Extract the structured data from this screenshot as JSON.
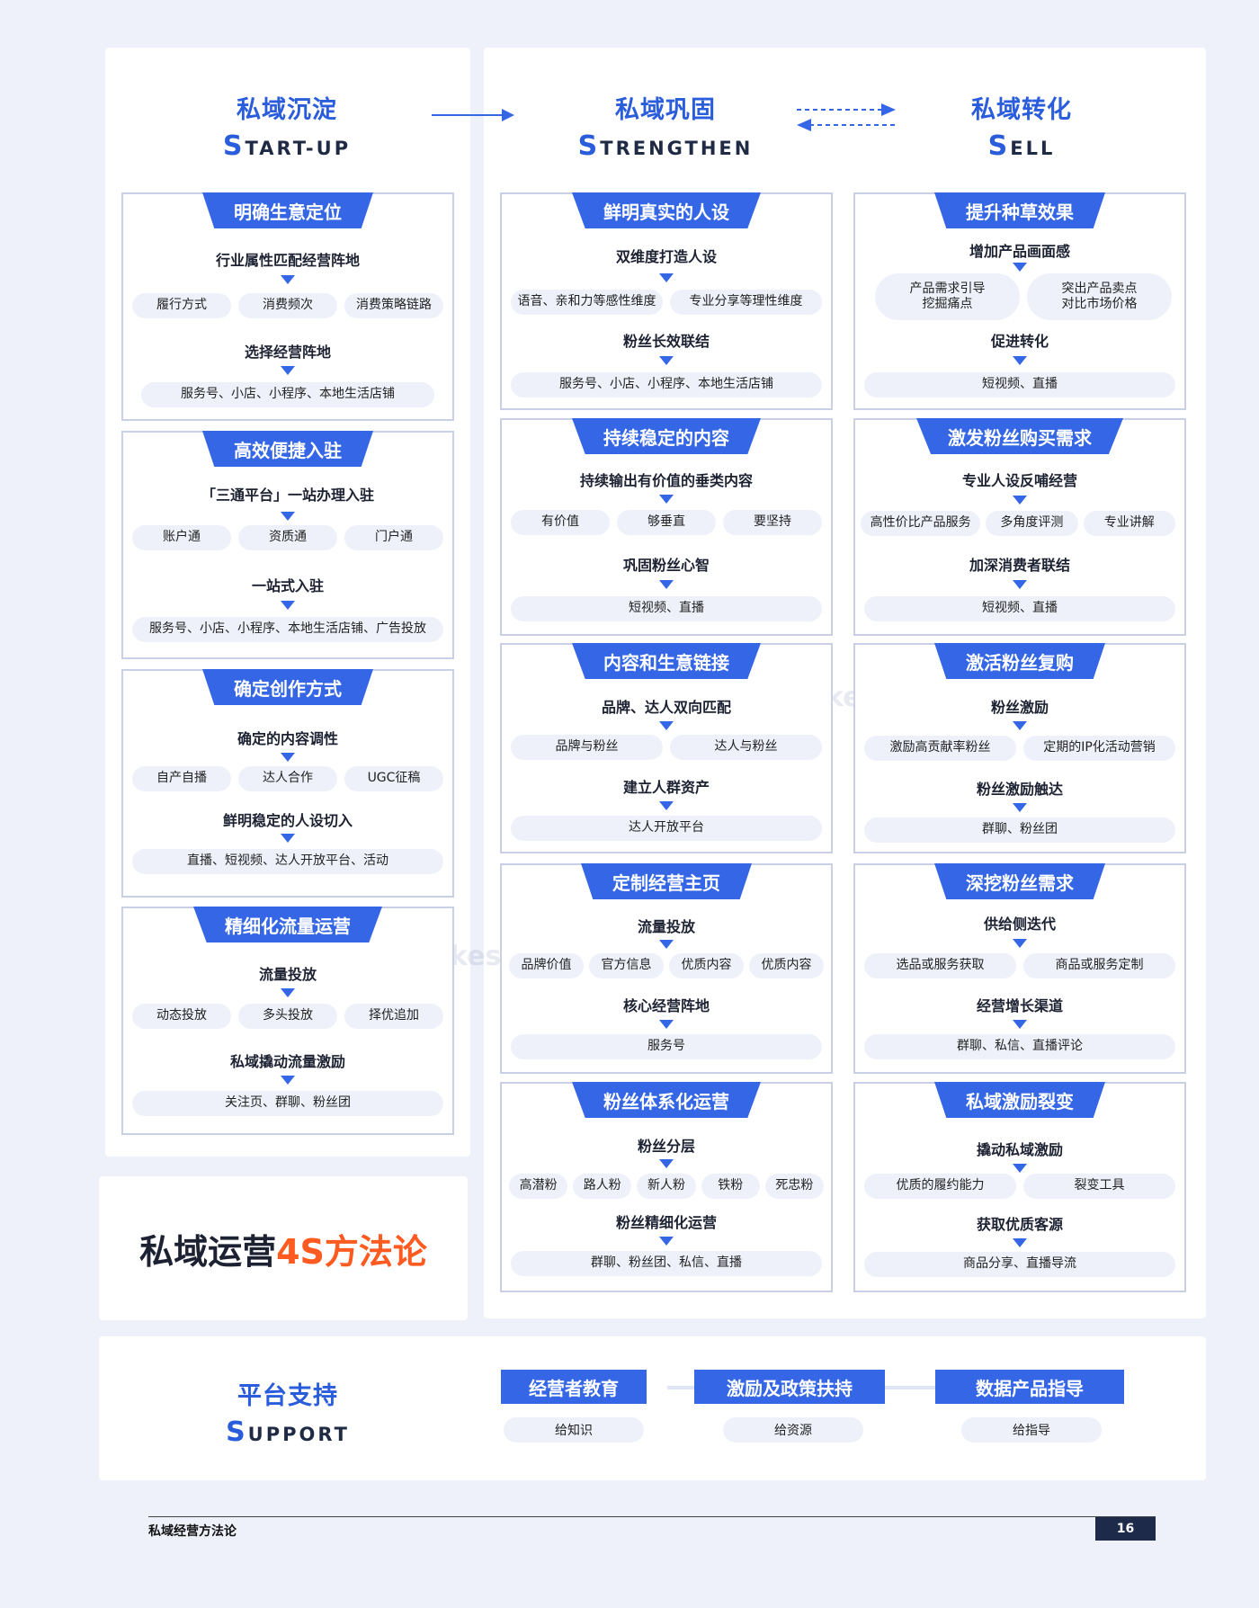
{
  "columns": {
    "startup": {
      "title": "私域沉淀",
      "sub_cap": "S",
      "sub_rest": "TART-UP"
    },
    "strengthen": {
      "title": "私域巩固",
      "sub_cap": "S",
      "sub_rest": "TRENGTHEN"
    },
    "sell": {
      "title": "私域转化",
      "sub_cap": "S",
      "sub_rest": "ELL"
    }
  },
  "boxes": {
    "s1": {
      "tab": "明确生意定位",
      "h1": "行业属性匹配经营阵地",
      "p1": [
        "履行方式",
        "消费频次",
        "消费策略链路"
      ],
      "h2": "选择经营阵地",
      "p2": [
        "服务号、小店、小程序、本地生活店铺"
      ]
    },
    "s2": {
      "tab": "高效便捷入驻",
      "h1": "「三通平台」一站办理入驻",
      "p1": [
        "账户通",
        "资质通",
        "门户通"
      ],
      "h2": "一站式入驻",
      "p2": [
        "服务号、小店、小程序、本地生活店铺、广告投放"
      ]
    },
    "s3": {
      "tab": "确定创作方式",
      "h1": "确定的内容调性",
      "p1": [
        "自产自播",
        "达人合作",
        "UGC征稿"
      ],
      "h2": "鲜明稳定的人设切入",
      "p2": [
        "直播、短视频、达人开放平台、活动"
      ]
    },
    "s4": {
      "tab": "精细化流量运营",
      "h1": "流量投放",
      "p1": [
        "动态投放",
        "多头投放",
        "择优追加"
      ],
      "h2": "私域撬动流量激励",
      "p2": [
        "关注页、群聊、粉丝团"
      ]
    },
    "t1": {
      "tab": "鲜明真实的人设",
      "h1": "双维度打造人设",
      "p1": [
        "语音、亲和力等感性维度",
        "专业分享等理性维度"
      ],
      "h2": "粉丝长效联结",
      "p2": [
        "服务号、小店、小程序、本地生活店铺"
      ]
    },
    "t2": {
      "tab": "持续稳定的内容",
      "h1": "持续输出有价值的垂类内容",
      "p1": [
        "有价值",
        "够垂直",
        "要坚持"
      ],
      "h2": "巩固粉丝心智",
      "p2": [
        "短视频、直播"
      ]
    },
    "t3": {
      "tab": "内容和生意链接",
      "h1": "品牌、达人双向匹配",
      "p1": [
        "品牌与粉丝",
        "达人与粉丝"
      ],
      "h2": "建立人群资产",
      "p2": [
        "达人开放平台"
      ]
    },
    "t4": {
      "tab": "定制经营主页",
      "h1": "流量投放",
      "p1": [
        "品牌价值",
        "官方信息",
        "优质内容",
        "优质内容"
      ],
      "h2": "核心经营阵地",
      "p2": [
        "服务号"
      ]
    },
    "t5": {
      "tab": "粉丝体系化运营",
      "h1": "粉丝分层",
      "p1": [
        "高潜粉",
        "路人粉",
        "新人粉",
        "铁粉",
        "死忠粉"
      ],
      "h2": "粉丝精细化运营",
      "p2": [
        "群聊、粉丝团、私信、直播"
      ]
    },
    "e1": {
      "tab": "提升种草效果",
      "h1": "增加产品画面感",
      "p1": [
        "产品需求引导\n挖掘痛点",
        "突出产品卖点\n对比市场价格"
      ],
      "h2": "促进转化",
      "p2": [
        "短视频、直播"
      ]
    },
    "e2": {
      "tab": "激发粉丝购买需求",
      "h1": "专业人设反哺经营",
      "p1": [
        "高性价比产品服务",
        "多角度评测",
        "专业讲解"
      ],
      "h2": "加深消费者联结",
      "p2": [
        "短视频、直播"
      ]
    },
    "e3": {
      "tab": "激活粉丝复购",
      "h1": "粉丝激励",
      "p1": [
        "激励高贡献率粉丝",
        "定期的IP化活动营销"
      ],
      "h2": "粉丝激励触达",
      "p2": [
        "群聊、粉丝团"
      ]
    },
    "e4": {
      "tab": "深挖粉丝需求",
      "h1": "供给侧迭代",
      "p1": [
        "选品或服务获取",
        "商品或服务定制"
      ],
      "h2": "经营增长渠道",
      "p2": [
        "群聊、私信、直播评论"
      ]
    },
    "e5": {
      "tab": "私域激励裂变",
      "h1": "撬动私域激励",
      "p1": [
        "优质的履约能力",
        "裂变工具"
      ],
      "h2": "获取优质客源",
      "p2": [
        "商品分享、直播导流"
      ]
    }
  },
  "method": {
    "title_dark": "私域运营",
    "title_hl": "4S方法论"
  },
  "support": {
    "title": "平台支持",
    "sub_cap": "S",
    "sub_rest": "UPPORT",
    "items": [
      {
        "label": "经营者教育",
        "pill": "给知识"
      },
      {
        "label": "激励及政策扶持",
        "pill": "给资源"
      },
      {
        "label": "数据产品指导",
        "pill": "给指导"
      }
    ]
  },
  "watermark": "kesiyi.cn",
  "footer": {
    "text": "私域经营方法论",
    "page": "16"
  },
  "colors": {
    "primary": "#3466e6",
    "accent": "#ff5a1f",
    "dark": "#1e2a4a"
  }
}
